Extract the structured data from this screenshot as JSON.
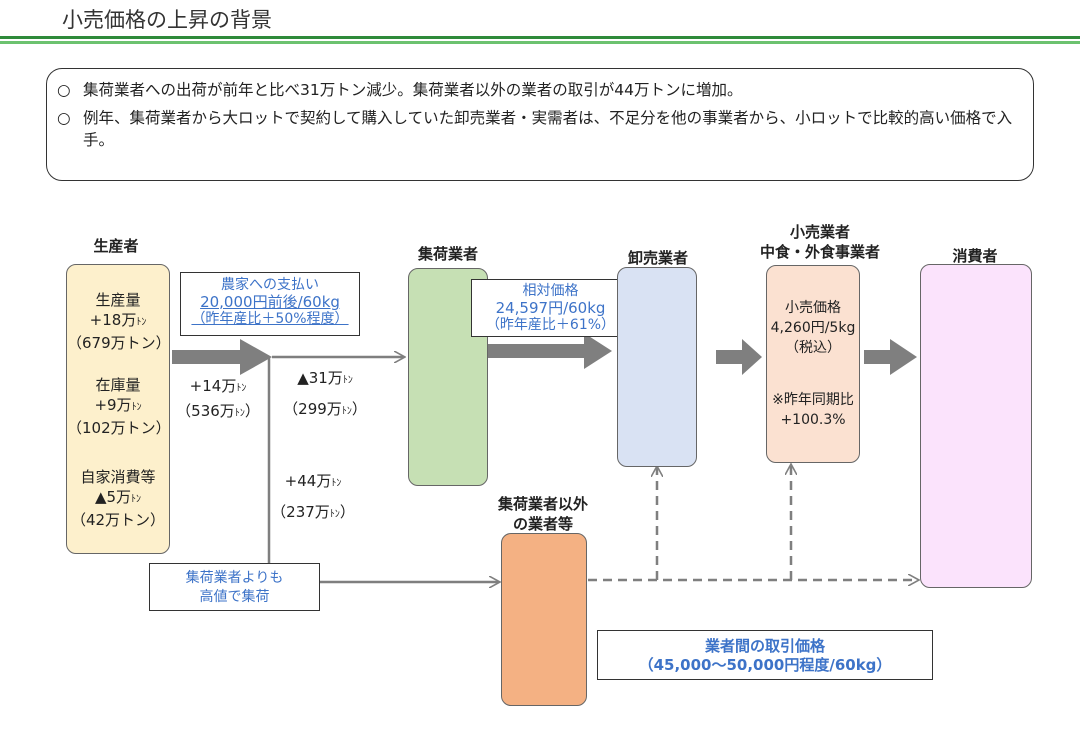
{
  "header": {
    "title": "小売価格の上昇の背景",
    "rule_dark": "#2f8a3a",
    "rule_light": "#6cc26f"
  },
  "summary": {
    "bullets": [
      {
        "mark": "○",
        "text": "集荷業者への出荷が前年と比べ31万トン減少。集荷業者以外の業者の取引が44万トンに増加。"
      },
      {
        "mark": "○",
        "text": "例年、集荷業者から大ロットで契約して購入していた卸売業者・実需者は、不足分を他の事業者から、小ロットで比較的高い価格で入手。"
      }
    ]
  },
  "producer": {
    "heading": "生産者",
    "fill": "#fdf0cc",
    "production_label": "生産量",
    "production_change": "+18万",
    "production_total": "（679万トン）",
    "stock_label": "在庫量",
    "stock_change": "+9万",
    "stock_total": "（102万トン）",
    "self_label": "自家消費等",
    "self_change": "▲5万",
    "self_total": "（42万トン）",
    "ton_small": "ﾄﾝ"
  },
  "farmer_payment": {
    "line1": "農家への支払い",
    "line2": "20,000円前後/60kg",
    "line3": "（昨年産比＋50%程度）"
  },
  "flows": {
    "shipment_change": "+14万",
    "shipment_total_pre": "（536万",
    "shipment_total_post": "）",
    "collector_change": "▲31万",
    "collector_total_pre": "（299万",
    "collector_total_post": "）",
    "other_change": "+44万",
    "other_total_pre": "（237万",
    "other_total_post": "）",
    "ton_small": "ﾄﾝ"
  },
  "collector": {
    "heading": "集荷業者",
    "fill": "#c6e0b4"
  },
  "relative_price": {
    "line1": "相対価格",
    "line2": "24,597円/60kg",
    "line3": "（昨年産比＋61%）"
  },
  "wholesaler": {
    "heading": "卸売業者",
    "fill": "#d9e2f3"
  },
  "retailer": {
    "heading_line1": "小売業者",
    "heading_line2": "中食・外食事業者",
    "fill": "#fbe1d1",
    "price_label": "小売価格",
    "price_value": "4,260円/5kg",
    "price_tax": "（税込）",
    "yoy_label": "※昨年同期比",
    "yoy_value": "+100.3%"
  },
  "consumer": {
    "heading": "消費者",
    "fill": "#fbe3fc"
  },
  "other_dealers": {
    "heading_line1": "集荷業者以外",
    "heading_line2": "の業者等",
    "fill": "#f4b183"
  },
  "high_price_note": {
    "line1": "集荷業者よりも",
    "line2": "高値で集荷"
  },
  "interdealer_price": {
    "line1": "業者間の取引価格",
    "line2": "（45,000～50,000円程度/60kg）"
  },
  "colors": {
    "arrow_gray": "#7f7f7f",
    "link_blue": "#3d73c8"
  }
}
